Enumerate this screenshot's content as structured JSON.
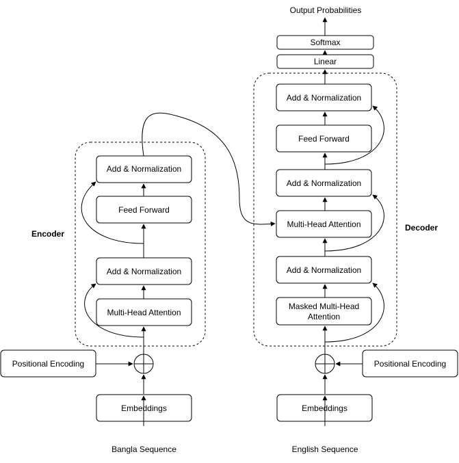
{
  "encoder": {
    "title": "Encoder",
    "blocks": {
      "add_norm_top": "Add & Normalization",
      "feed_forward": "Feed Forward",
      "add_norm_bottom": "Add & Normalization",
      "multi_head_attention": "Multi-Head Attention"
    },
    "positional_encoding": "Positional Encoding",
    "embeddings": "Embeddings",
    "input": "Bangla Sequence"
  },
  "decoder": {
    "title": "Decoder",
    "blocks": {
      "add_norm_top": "Add & Normalization",
      "feed_forward": "Feed Forward",
      "add_norm_middle": "Add & Normalization",
      "multi_head_attention": "Multi-Head Attention",
      "add_norm_bottom": "Add & Normalization",
      "masked_attention_line1": "Masked Multi-Head",
      "masked_attention_line2": "Attention"
    },
    "positional_encoding": "Positional Encoding",
    "embeddings": "Embeddings",
    "input": "English Sequence"
  },
  "output": {
    "linear": "Linear",
    "softmax": "Softmax",
    "label": "Output Probabilities"
  }
}
